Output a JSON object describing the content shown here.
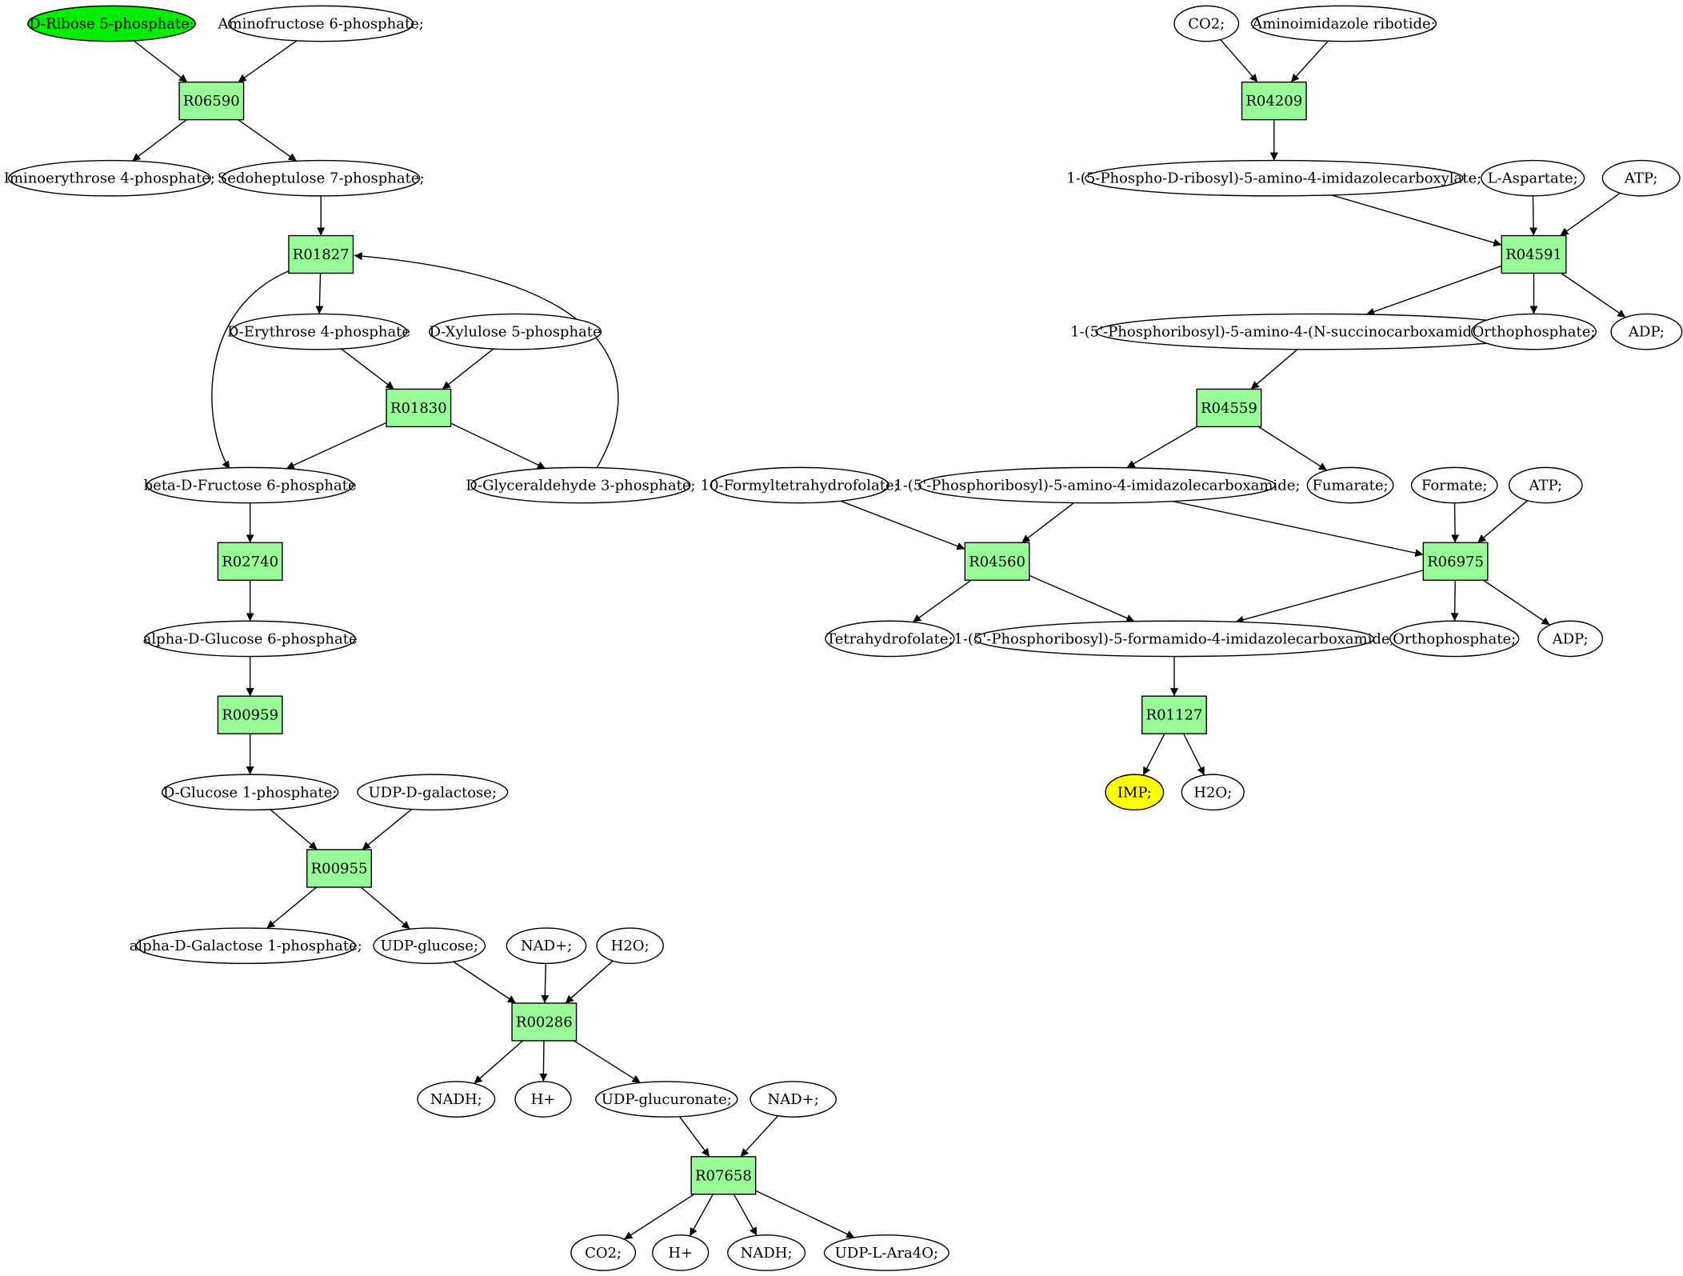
{
  "colors": {
    "metabolite": "#ffffff",
    "reaction": "#98fb98",
    "source": "#00ee00",
    "target": "#ffff00",
    "stroke": "#000000"
  },
  "nodes": [
    {
      "id": "ribose5p",
      "type": "metabolite",
      "role": "source",
      "label": "D-Ribose 5-phosphate;"
    },
    {
      "id": "aminofructose6p",
      "type": "metabolite",
      "label": "Aminofructose 6-phosphate;"
    },
    {
      "id": "R06590",
      "type": "reaction",
      "label": "R06590"
    },
    {
      "id": "iminoerythrose4p",
      "type": "metabolite",
      "label": "Iminoerythrose 4-phosphate;"
    },
    {
      "id": "sedoheptulose7p",
      "type": "metabolite",
      "label": "Sedoheptulose 7-phosphate;"
    },
    {
      "id": "R01827",
      "type": "reaction",
      "label": "R01827"
    },
    {
      "id": "erythrose4p",
      "type": "metabolite",
      "label": "D-Erythrose 4-phosphate"
    },
    {
      "id": "xylulose5p",
      "type": "metabolite",
      "label": "D-Xylulose 5-phosphate"
    },
    {
      "id": "R01830",
      "type": "reaction",
      "label": "R01830"
    },
    {
      "id": "fructose6p",
      "type": "metabolite",
      "label": "beta-D-Fructose 6-phosphate"
    },
    {
      "id": "glyceraldehyde3p",
      "type": "metabolite",
      "label": "D-Glyceraldehyde 3-phosphate;"
    },
    {
      "id": "R02740",
      "type": "reaction",
      "label": "R02740"
    },
    {
      "id": "glucose6p",
      "type": "metabolite",
      "label": "alpha-D-Glucose 6-phosphate"
    },
    {
      "id": "R00959",
      "type": "reaction",
      "label": "R00959"
    },
    {
      "id": "glucose1p",
      "type": "metabolite",
      "label": "D-Glucose 1-phosphate;"
    },
    {
      "id": "udpgalactose",
      "type": "metabolite",
      "label": "UDP-D-galactose;"
    },
    {
      "id": "R00955",
      "type": "reaction",
      "label": "R00955"
    },
    {
      "id": "galactose1p",
      "type": "metabolite",
      "label": "alpha-D-Galactose 1-phosphate;"
    },
    {
      "id": "udpglucose",
      "type": "metabolite",
      "label": "UDP-glucose;"
    },
    {
      "id": "nadplus1",
      "type": "metabolite",
      "label": "NAD+;"
    },
    {
      "id": "h2o1",
      "type": "metabolite",
      "label": "H2O;"
    },
    {
      "id": "R00286",
      "type": "reaction",
      "label": "R00286"
    },
    {
      "id": "nadh1",
      "type": "metabolite",
      "label": "NADH;"
    },
    {
      "id": "hplus1",
      "type": "metabolite",
      "label": "H+"
    },
    {
      "id": "udpglucuronate",
      "type": "metabolite",
      "label": "UDP-glucuronate;"
    },
    {
      "id": "nadplus2",
      "type": "metabolite",
      "label": "NAD+;"
    },
    {
      "id": "R07658",
      "type": "reaction",
      "label": "R07658"
    },
    {
      "id": "co2b",
      "type": "metabolite",
      "label": "CO2;"
    },
    {
      "id": "hplus2",
      "type": "metabolite",
      "label": "H+"
    },
    {
      "id": "nadh2",
      "type": "metabolite",
      "label": "NADH;"
    },
    {
      "id": "udplara4o",
      "type": "metabolite",
      "label": "UDP-L-Ara4O;"
    },
    {
      "id": "co2a",
      "type": "metabolite",
      "label": "CO2;"
    },
    {
      "id": "air",
      "type": "metabolite",
      "label": "Aminoimidazole ribotide;"
    },
    {
      "id": "R04209",
      "type": "reaction",
      "label": "R04209"
    },
    {
      "id": "cair",
      "type": "metabolite",
      "label": "1-(5-Phospho-D-ribosyl)-5-amino-4-imidazolecarboxylate;"
    },
    {
      "id": "laspartate",
      "type": "metabolite",
      "label": "L-Aspartate;"
    },
    {
      "id": "atp1",
      "type": "metabolite",
      "label": "ATP;"
    },
    {
      "id": "R04591",
      "type": "reaction",
      "label": "R04591"
    },
    {
      "id": "saicar",
      "type": "metabolite",
      "label": "1-(5'-Phosphoribosyl)-5-amino-4-(N-succinocarboxamide)-imidazole;"
    },
    {
      "id": "pi1",
      "type": "metabolite",
      "label": "Orthophosphate;"
    },
    {
      "id": "adp1",
      "type": "metabolite",
      "label": "ADP;"
    },
    {
      "id": "R04559",
      "type": "reaction",
      "label": "R04559"
    },
    {
      "id": "formylthf",
      "type": "metabolite",
      "label": "10-Formyltetrahydrofolate;"
    },
    {
      "id": "aicar",
      "type": "metabolite",
      "label": "1-(5'-Phosphoribosyl)-5-amino-4-imidazolecarboxamide;"
    },
    {
      "id": "fumarate",
      "type": "metabolite",
      "label": "Fumarate;"
    },
    {
      "id": "formate",
      "type": "metabolite",
      "label": "Formate;"
    },
    {
      "id": "atp2",
      "type": "metabolite",
      "label": "ATP;"
    },
    {
      "id": "R04560",
      "type": "reaction",
      "label": "R04560"
    },
    {
      "id": "R06975",
      "type": "reaction",
      "label": "R06975"
    },
    {
      "id": "thf",
      "type": "metabolite",
      "label": "Tetrahydrofolate;"
    },
    {
      "id": "faicar",
      "type": "metabolite",
      "label": "1-(5'-Phosphoribosyl)-5-formamido-4-imidazolecarboxamide;"
    },
    {
      "id": "pi2",
      "type": "metabolite",
      "label": "Orthophosphate;"
    },
    {
      "id": "adp2",
      "type": "metabolite",
      "label": "ADP;"
    },
    {
      "id": "R01127",
      "type": "reaction",
      "label": "R01127"
    },
    {
      "id": "imp",
      "type": "metabolite",
      "role": "target",
      "label": "IMP;"
    },
    {
      "id": "h2o2",
      "type": "metabolite",
      "label": "H2O;"
    }
  ],
  "edges": [
    [
      "ribose5p",
      "R06590"
    ],
    [
      "aminofructose6p",
      "R06590"
    ],
    [
      "R06590",
      "iminoerythrose4p"
    ],
    [
      "R06590",
      "sedoheptulose7p"
    ],
    [
      "sedoheptulose7p",
      "R01827"
    ],
    [
      "R01827",
      "erythrose4p"
    ],
    [
      "R01827",
      "fructose6p"
    ],
    [
      "glyceraldehyde3p",
      "R01827"
    ],
    [
      "erythrose4p",
      "R01830"
    ],
    [
      "xylulose5p",
      "R01830"
    ],
    [
      "R01830",
      "fructose6p"
    ],
    [
      "R01830",
      "glyceraldehyde3p"
    ],
    [
      "fructose6p",
      "R02740"
    ],
    [
      "R02740",
      "glucose6p"
    ],
    [
      "glucose6p",
      "R00959"
    ],
    [
      "R00959",
      "glucose1p"
    ],
    [
      "glucose1p",
      "R00955"
    ],
    [
      "udpgalactose",
      "R00955"
    ],
    [
      "R00955",
      "galactose1p"
    ],
    [
      "R00955",
      "udpglucose"
    ],
    [
      "udpglucose",
      "R00286"
    ],
    [
      "nadplus1",
      "R00286"
    ],
    [
      "h2o1",
      "R00286"
    ],
    [
      "R00286",
      "nadh1"
    ],
    [
      "R00286",
      "hplus1"
    ],
    [
      "R00286",
      "udpglucuronate"
    ],
    [
      "udpglucuronate",
      "R07658"
    ],
    [
      "nadplus2",
      "R07658"
    ],
    [
      "R07658",
      "co2b"
    ],
    [
      "R07658",
      "hplus2"
    ],
    [
      "R07658",
      "nadh2"
    ],
    [
      "R07658",
      "udplara4o"
    ],
    [
      "co2a",
      "R04209"
    ],
    [
      "air",
      "R04209"
    ],
    [
      "R04209",
      "cair"
    ],
    [
      "cair",
      "R04591"
    ],
    [
      "laspartate",
      "R04591"
    ],
    [
      "atp1",
      "R04591"
    ],
    [
      "R04591",
      "saicar"
    ],
    [
      "R04591",
      "pi1"
    ],
    [
      "R04591",
      "adp1"
    ],
    [
      "saicar",
      "R04559"
    ],
    [
      "R04559",
      "aicar"
    ],
    [
      "R04559",
      "fumarate"
    ],
    [
      "formylthf",
      "R04560"
    ],
    [
      "aicar",
      "R04560"
    ],
    [
      "R04560",
      "thf"
    ],
    [
      "R04560",
      "faicar"
    ],
    [
      "aicar",
      "R06975"
    ],
    [
      "formate",
      "R06975"
    ],
    [
      "atp2",
      "R06975"
    ],
    [
      "R06975",
      "faicar"
    ],
    [
      "R06975",
      "pi2"
    ],
    [
      "R06975",
      "adp2"
    ],
    [
      "faicar",
      "R01127"
    ],
    [
      "R01127",
      "imp"
    ],
    [
      "R01127",
      "h2o2"
    ]
  ]
}
